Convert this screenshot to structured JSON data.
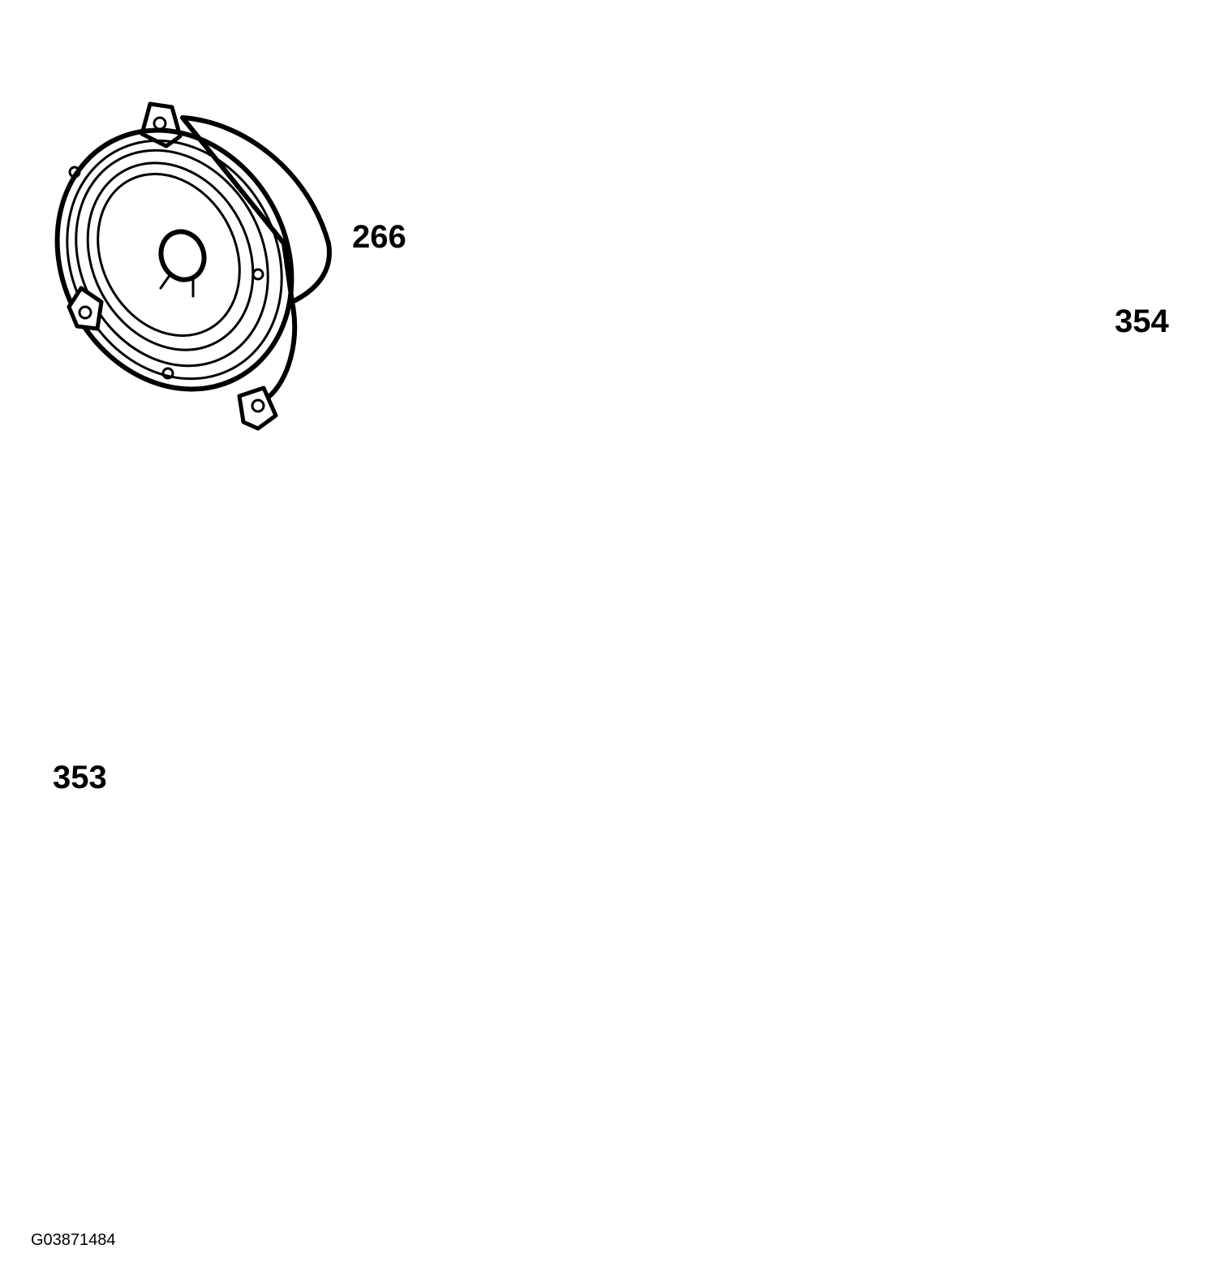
{
  "components": [
    {
      "id": "speaker",
      "callout": "266",
      "icon": "speaker-icon"
    },
    {
      "id": "amplifier-module",
      "callout": "354",
      "icon": "amplifier-module-icon"
    },
    {
      "id": "radio-head-unit",
      "callout": "353",
      "icon": "radio-head-unit-icon"
    }
  ],
  "arrows": [
    {
      "id": "up",
      "icon": "arrow-up-icon"
    },
    {
      "id": "up-right",
      "icon": "arrow-up-right-icon"
    }
  ],
  "figure_code": "G03871484"
}
